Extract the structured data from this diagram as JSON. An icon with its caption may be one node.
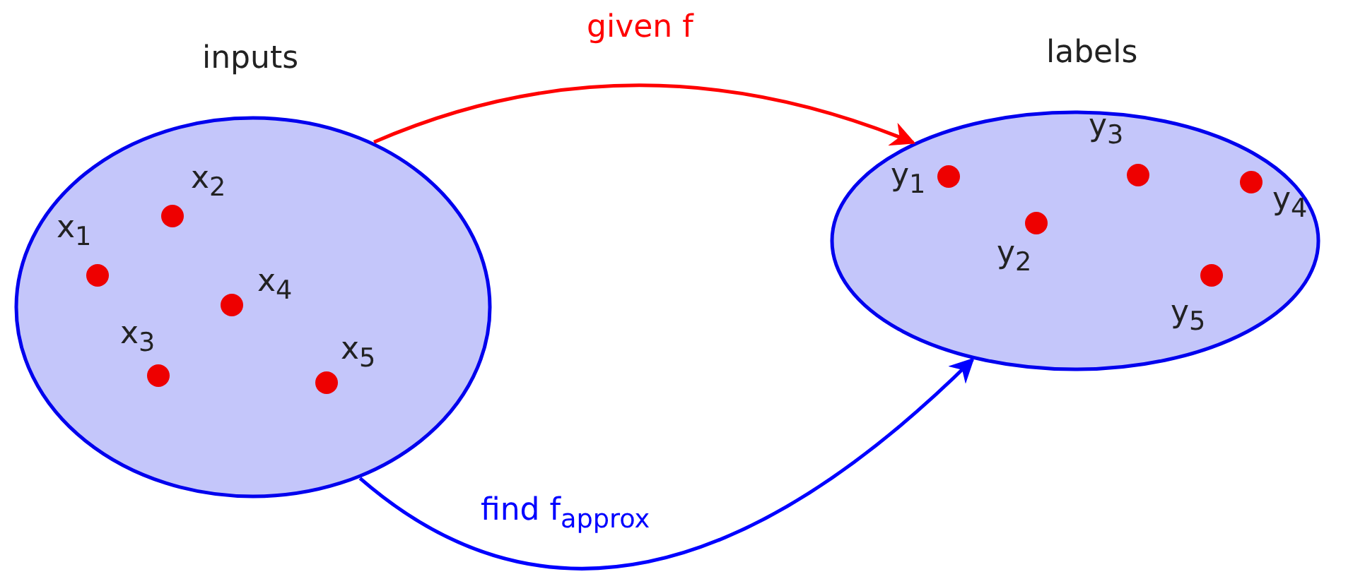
{
  "diagram": {
    "nodes": [
      {
        "text": [
          "inputs"
        ]
      },
      {
        "text": [],
        "shape": "circle",
        "beside": [
          "x$_{1}$"
        ],
        "in": 0
      },
      {
        "text": [],
        "shape": "circle",
        "beside": [
          "x$_{2}$"
        ],
        "in": 0
      },
      {
        "text": [],
        "shape": "circle",
        "beside": [
          "x$_{3}$"
        ],
        "in": 0
      },
      {
        "text": [],
        "shape": "circle",
        "beside": [
          "x$_{4}$"
        ],
        "in": 0
      },
      {
        "text": [],
        "shape": "circle",
        "beside": [
          "x$_{5}$"
        ],
        "in": 0
      },
      {
        "text": [
          "labels"
        ]
      },
      {
        "text": [],
        "shape": "circle",
        "beside": [
          "y$_{1}$"
        ],
        "in": 6
      },
      {
        "text": [],
        "shape": "circle",
        "beside": [
          "y$_{2}$"
        ],
        "in": 6
      },
      {
        "text": [],
        "shape": "circle",
        "beside": [
          "y$_{3}$"
        ],
        "in": 6
      },
      {
        "text": [],
        "shape": "circle",
        "beside": [
          "y$_{4}$"
        ],
        "in": 6
      },
      {
        "text": [],
        "shape": "circle",
        "beside": [
          "y$_{5}$"
        ],
        "in": 6
      }
    ],
    "edges": [
      {
        "from": 0,
        "to": 6,
        "arrow": "to",
        "label": "given f",
        "color": "#ff0000"
      },
      {
        "from": 0,
        "to": 6,
        "arrow": "to",
        "label": "find f$_{approx}$",
        "color": "#0000ff"
      }
    ]
  }
}
